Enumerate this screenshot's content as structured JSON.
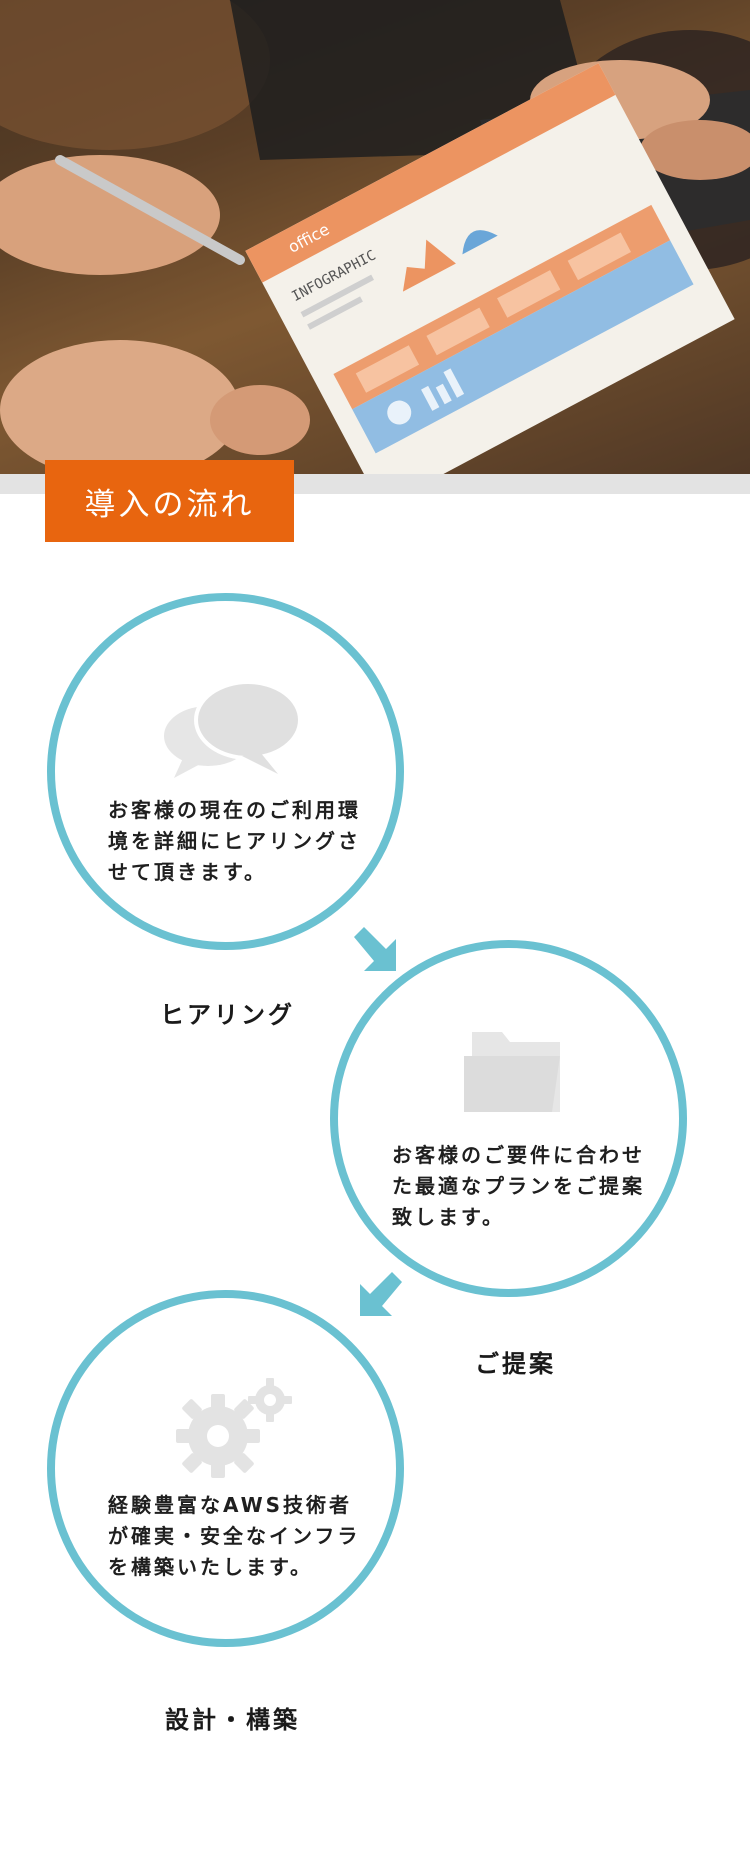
{
  "section": {
    "label": "導入の流れ"
  },
  "hero": {
    "document_header": "office",
    "document_title": "INFOGRAPHIC"
  },
  "steps": [
    {
      "title": "ヒアリング",
      "description": "お客様の現在のご利用環境を詳細にヒアリングさせて頂きます。",
      "icon": "speech-bubbles-icon"
    },
    {
      "title": "ご提案",
      "description": "お客様のご要件に合わせた最適なプランをご提案致します。",
      "icon": "folder-icon"
    },
    {
      "title": "設計・構築",
      "description": "経験豊富なAWS技術者が確実・安全なインフラを構築いたします。",
      "icon": "gears-icon"
    }
  ],
  "colors": {
    "accent_orange": "#e8650f",
    "circle_blue": "#6ac1d1",
    "icon_gray": "#e0e0e0",
    "divider_gray": "#e3e3e3"
  }
}
